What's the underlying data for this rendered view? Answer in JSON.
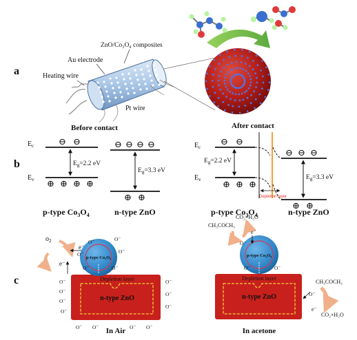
{
  "panels": {
    "a": "a",
    "b": "b",
    "c": "c"
  },
  "device": {
    "composites": "ZnO/Co₃O₄ composites",
    "electrode": "Au electrode",
    "heating": "Heating wire",
    "pt": "Pt wire"
  },
  "band_before": {
    "title": "Before contact",
    "ec": "E",
    "ec_sub": "c",
    "ev": "E",
    "ev_sub": "v",
    "eg_left_prefix": "E",
    "eg_left_sub": "g",
    "eg_left_value": "=2.2 eV",
    "eg_right_prefix": "E",
    "eg_right_sub": "g",
    "eg_right_value": "=3.3 eV",
    "p_label_prefix": "p-type Co",
    "p_label_sub1": "3",
    "p_label_mid": "O",
    "p_label_sub2": "4",
    "n_label": "n-type ZnO"
  },
  "band_after": {
    "title": "After contact",
    "ec": "E",
    "ec_sub": "c",
    "ev": "E",
    "ev_sub": "v",
    "eg_left_prefix": "E",
    "eg_left_sub": "g",
    "eg_left_value": "=2.2 eV",
    "eg_right_prefix": "E",
    "eg_right_sub": "g",
    "eg_right_value": "=3.3 eV",
    "depletion": "Depletion layer",
    "p_label_prefix": "p-type Co",
    "p_label_sub1": "3",
    "p_label_mid": "O",
    "p_label_sub2": "4",
    "n_label": "n-type ZnO"
  },
  "symbols": {
    "minus": "⊖",
    "plus": "⊕"
  },
  "air": {
    "sphere": "p-type Co₃O₄",
    "depletion": "Depletion layer",
    "block": "n-type ZnO",
    "o2": "o",
    "o2_sub": "2",
    "e": "e⁻",
    "o_minus": "O⁻",
    "caption": "In Air"
  },
  "acetone": {
    "sphere": "p-type Co₃O₄",
    "depletion": "Depletion layer",
    "block": "n-type ZnO",
    "acetone_left": "CH₃COCH₃",
    "products_left": "CO₂+H₂O",
    "acetone_right": "CH₃COCH₃",
    "products_right": "CO₂+H₂O",
    "e": "e⁻",
    "o_minus": "O⁻",
    "caption": "In acetone"
  },
  "colors": {
    "block_red": "#c8201c",
    "sphere_blue": "#2e86c8",
    "sphere_ring": "#d13a5a",
    "dash_yellow": "#f2d13b",
    "arrow_peach": "#f0b08a",
    "arrow_green": "#6bbd2f",
    "depletion_orange": "#f3a232",
    "depletion_red": "#e4332b"
  }
}
